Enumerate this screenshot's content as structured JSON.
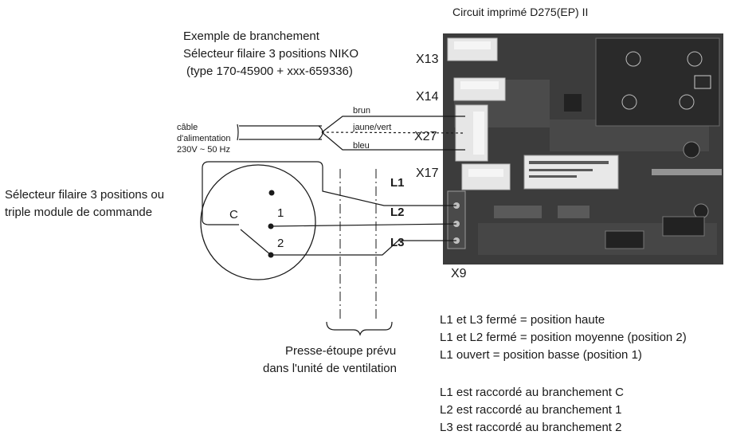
{
  "pcb_title": "Circuit imprimé D275(EP) II",
  "example": {
    "line1": "Exemple de branchement",
    "line2": "Sélecteur filaire 3 positions NIKO",
    "line3": "(type 170-45900 + xxx-659336)"
  },
  "connectors": {
    "x13": "X13",
    "x14": "X14",
    "x27": "X27",
    "x17": "X17",
    "x9": "X9"
  },
  "cable": {
    "line1": "câble",
    "line2": "d'alimentation",
    "line3": "230V ~ 50 Hz",
    "wire_brun": "brun",
    "wire_jaune_vert": "jaune/vert",
    "wire_bleu": "bleu"
  },
  "selector": {
    "label_line1": "Sélecteur filaire 3 positions ou",
    "label_line2": "triple module de commande",
    "terminal_c": "C",
    "terminal_1": "1",
    "terminal_2": "2"
  },
  "lines": {
    "l1": "L1",
    "l2": "L2",
    "l3": "L3"
  },
  "gland": {
    "line1": "Presse-étoupe prévu",
    "line2": "dans l'unité de ventilation"
  },
  "notes": {
    "n1": "L1 et L3  fermé = position haute",
    "n2": "L1 et L2 fermé = position moyenne (position 2)",
    "n3": "L1 ouvert = position basse (position 1)",
    "n4": "L1 est raccordé au branchement C",
    "n5": "L2 est raccordé au branchement 1",
    "n6": "L3 est raccordé au branchement 2"
  }
}
